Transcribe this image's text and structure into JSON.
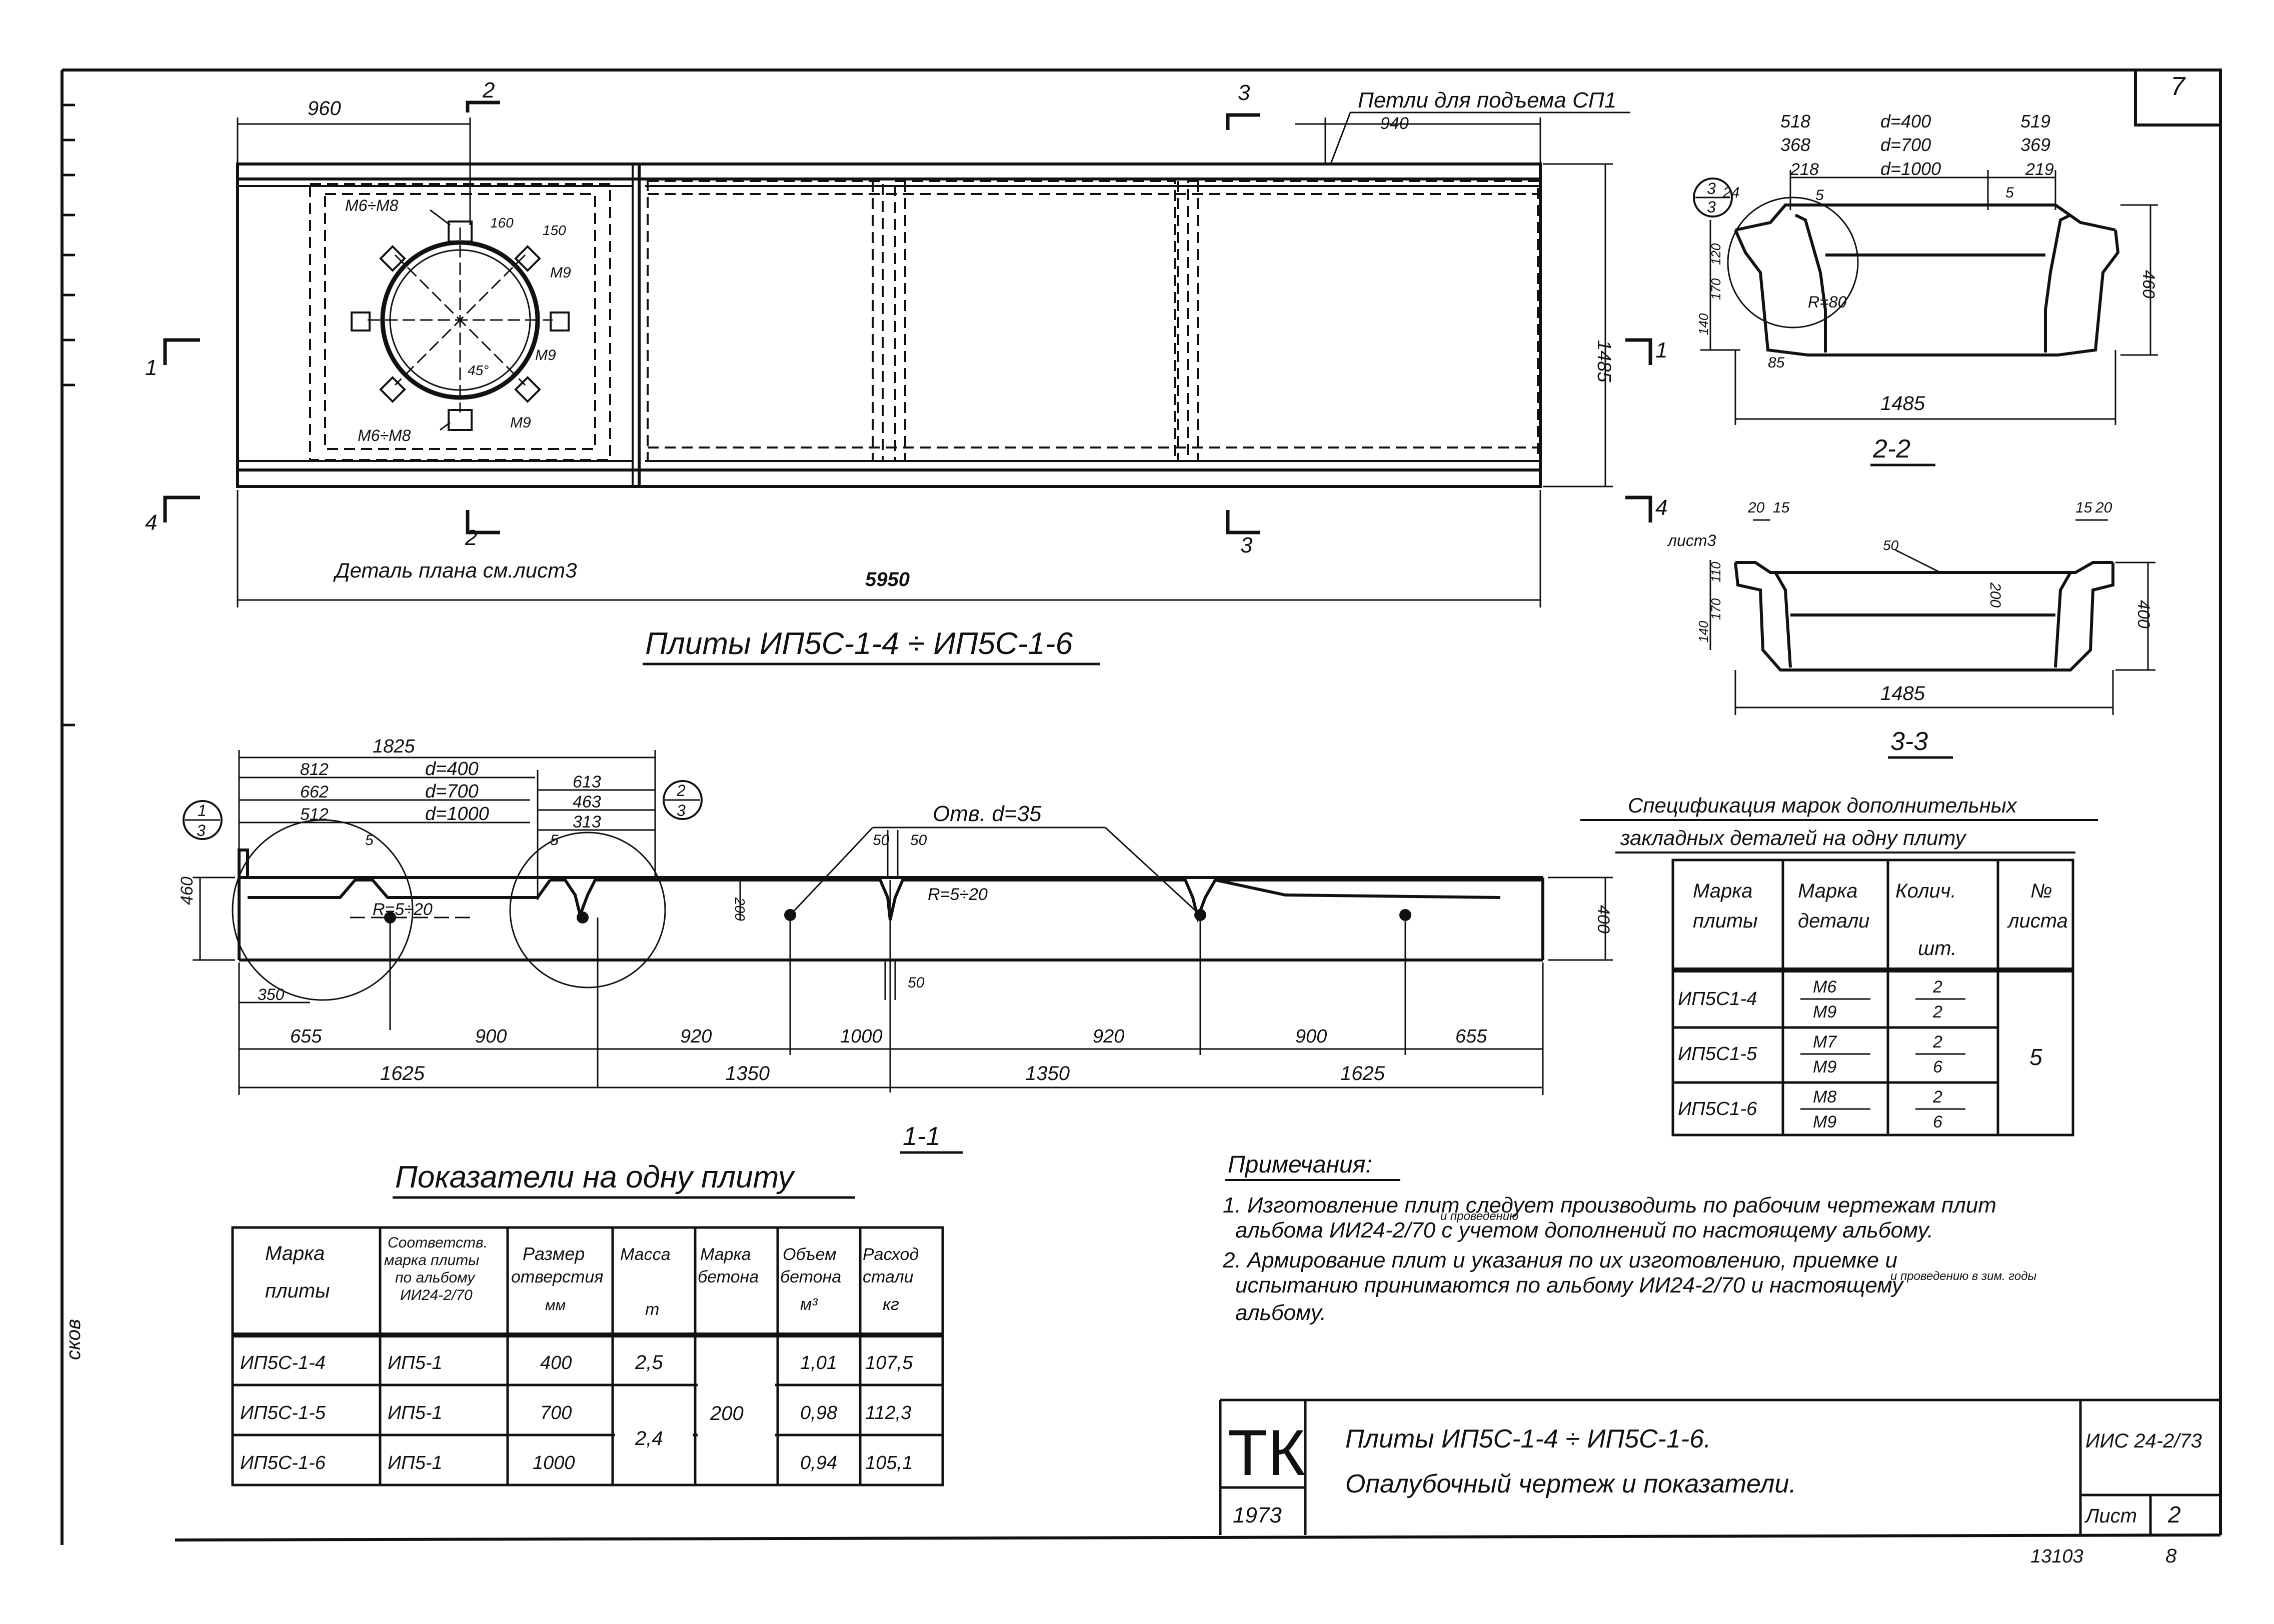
{
  "sheet": {
    "sheet_no_top": "7",
    "side_note": "сков",
    "bottom_code": "13103",
    "bottom_page": "8"
  },
  "plan": {
    "title": "Плиты ИП5С-1-4 ÷ ИП5С-1-6",
    "dim_960": "960",
    "dim_940": "940",
    "dim_5950": "5950",
    "dim_1485": "1485",
    "lift_loops": "Петли для подъема СП1",
    "detail_ref": "Деталь плана см.лист3",
    "cut_1": "1",
    "cut_2": "2",
    "cut_3": "3",
    "cut_4": "4",
    "m6m8_top": "М6÷М8",
    "m6m8_bot": "М6÷М8",
    "m9_1": "М9",
    "m9_2": "М9",
    "m9_3": "М9",
    "d_160": "160",
    "d_150": "150",
    "ang_45": "45°"
  },
  "section_1_1": {
    "label": "1-1",
    "dim_1825": "1825",
    "left_a": "812",
    "left_b": "662",
    "left_c": "512",
    "d400": "d=400",
    "d700": "d=700",
    "d1000": "d=1000",
    "right_a": "613",
    "right_b": "463",
    "right_c": "313",
    "hole_note": "Отв. d=35",
    "r_left": "R=5÷20",
    "r_right": "R=5÷20",
    "h_460": "460",
    "h_400": "400",
    "h_200": "200",
    "d_50a": "50",
    "d_50b": "50",
    "d_50c": "50",
    "d_5": "5",
    "d_5b": "5",
    "d_350": "350",
    "d_655a": "655",
    "d_900a": "900",
    "d_920a": "920",
    "d_1000": "1000",
    "d_920b": "920",
    "d_900b": "900",
    "d_655b": "655",
    "d_1625a": "1625",
    "d_1350a": "1350",
    "d_1350b": "1350",
    "d_1625b": "1625",
    "callout_1_top": "1",
    "callout_1_bot": "3",
    "callout_2_top": "2",
    "callout_2_bot": "3"
  },
  "section_2_2": {
    "label": "2-2",
    "d_518": "518",
    "d_368": "368",
    "d_218": "218",
    "d400": "d=400",
    "d700": "d=700",
    "d1000": "d=1000",
    "d_519": "519",
    "d_369": "369",
    "d_219": "219",
    "d_24": "24",
    "d_5": "5",
    "d_5b": "5",
    "r_80": "R=80",
    "d_85": "85",
    "h_460": "460",
    "w_1485": "1485",
    "v_120": "120",
    "v_170": "170",
    "v_140": "140",
    "callout_top": "3",
    "callout_bot": "3"
  },
  "section_3_3": {
    "label": "3-3",
    "d_20a": "20",
    "d_15a": "15",
    "d_15b": "15",
    "d_20b": "20",
    "d_50": "50",
    "h_200": "200",
    "h_400": "400",
    "w_1485": "1485",
    "v_110": "110",
    "v_170": "170",
    "v_140": "140",
    "sheet_ref": "лист3"
  },
  "spec": {
    "title_1": "Спецификация марок дополнительных",
    "title_2": "закладных деталей на одну плиту",
    "h_mark": "Марка",
    "h_plate": "плиты",
    "h_mark2": "Марка",
    "h_part": "детали",
    "h_qty": "Колич.",
    "h_unit": "шт.",
    "h_no": "№",
    "h_sheet": "листа",
    "rows": [
      {
        "plate": "ИП5С1-4",
        "part_a": "М6",
        "part_b": "М9",
        "qty_a": "2",
        "qty_b": "2"
      },
      {
        "plate": "ИП5С1-5",
        "part_a": "М7",
        "part_b": "М9",
        "qty_a": "2",
        "qty_b": "6"
      },
      {
        "plate": "ИП5С1-6",
        "part_a": "М8",
        "part_b": "М9",
        "qty_a": "2",
        "qty_b": "6"
      }
    ],
    "sheet_no": "5"
  },
  "indicators": {
    "title": "Показатели на одну плиту",
    "h1a": "Марка",
    "h1b": "плиты",
    "h2a": "Соответств.",
    "h2b": "марка плиты",
    "h2c": "по альбому",
    "h2d": "ИИ24-2/70",
    "h3a": "Размер",
    "h3b": "отверстия",
    "h3c": "мм",
    "h4a": "Масса",
    "h4b": "т",
    "h5a": "Марка",
    "h5b": "бетона",
    "h6a": "Объем",
    "h6b": "бетона",
    "h6c": "м³",
    "h7a": "Расход",
    "h7b": "стали",
    "h7c": "кг",
    "rows": [
      {
        "mark": "ИП5С-1-4",
        "corr": "ИП5-1",
        "hole": "400",
        "vol": "1,01",
        "steel": "107,5"
      },
      {
        "mark": "ИП5С-1-5",
        "corr": "ИП5-1",
        "hole": "700",
        "vol": "0,98",
        "steel": "112,3"
      },
      {
        "mark": "ИП5С-1-6",
        "corr": "ИП5-1",
        "hole": "1000",
        "vol": "0,94",
        "steel": "105,1"
      }
    ],
    "mass_1": "2,5",
    "mass_2": "2,4",
    "concrete": "200"
  },
  "notes": {
    "title": "Примечания:",
    "l1": "1. Изготовление плит следует производить по рабочим чертежам плит",
    "l2": "альбома ИИ24-2/70 с учетом дополнений по настоящему альбому.",
    "l3": "2. Армирование плит и указания по их изготовлению, приемке и",
    "l4": "испытанию принимаются по альбому ИИ24-2/70 и настоящему",
    "l5": "альбому.",
    "hw1": "и проведению",
    "hw2": "и проведению в зим. годы"
  },
  "stamp": {
    "tk": "ТК",
    "year": "1973",
    "line1": "Плиты ИП5С-1-4 ÷ ИП5С-1-6.",
    "line2": "Опалубочный чертеж и показатели.",
    "code": "ИИС 24-2/73",
    "sheet_label": "Лист",
    "sheet_no": "2"
  }
}
